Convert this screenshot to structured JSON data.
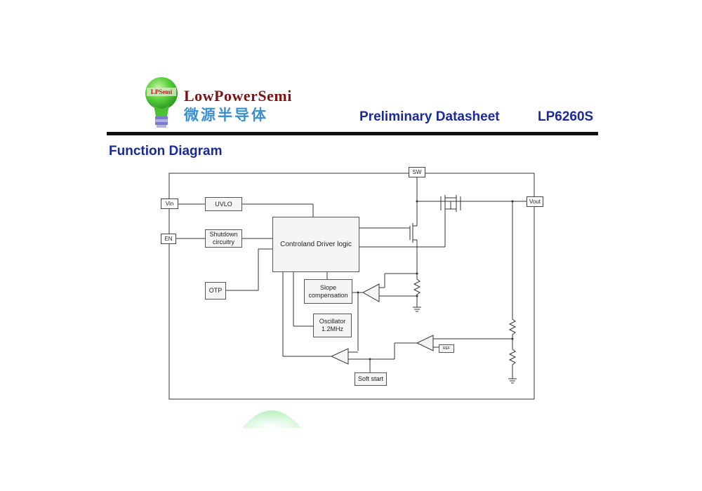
{
  "header": {
    "brand_en": "LowPowerSemi",
    "brand_cn": "微源半导体",
    "logo_text": "LPSemi",
    "doc_type": "Preliminary Datasheet",
    "part_number": "LP6260S"
  },
  "section": {
    "title": "Function Diagram"
  },
  "diagram": {
    "pins": {
      "sw": "SW",
      "vin": "Vin",
      "en": "EN",
      "vout": "Vout"
    },
    "blocks": {
      "uvlo": "UVLO",
      "shutdown_line1": "Shutdown",
      "shutdown_line2": "circuitry",
      "control": "Controland Driver logic",
      "otp": "OTP",
      "slope_line1": "Slope",
      "slope_line2": "compensation",
      "osc_line1": "Oscillator",
      "osc_line2": "1.2MHz",
      "soft_start": "Soft start",
      "ref": "REF"
    }
  }
}
